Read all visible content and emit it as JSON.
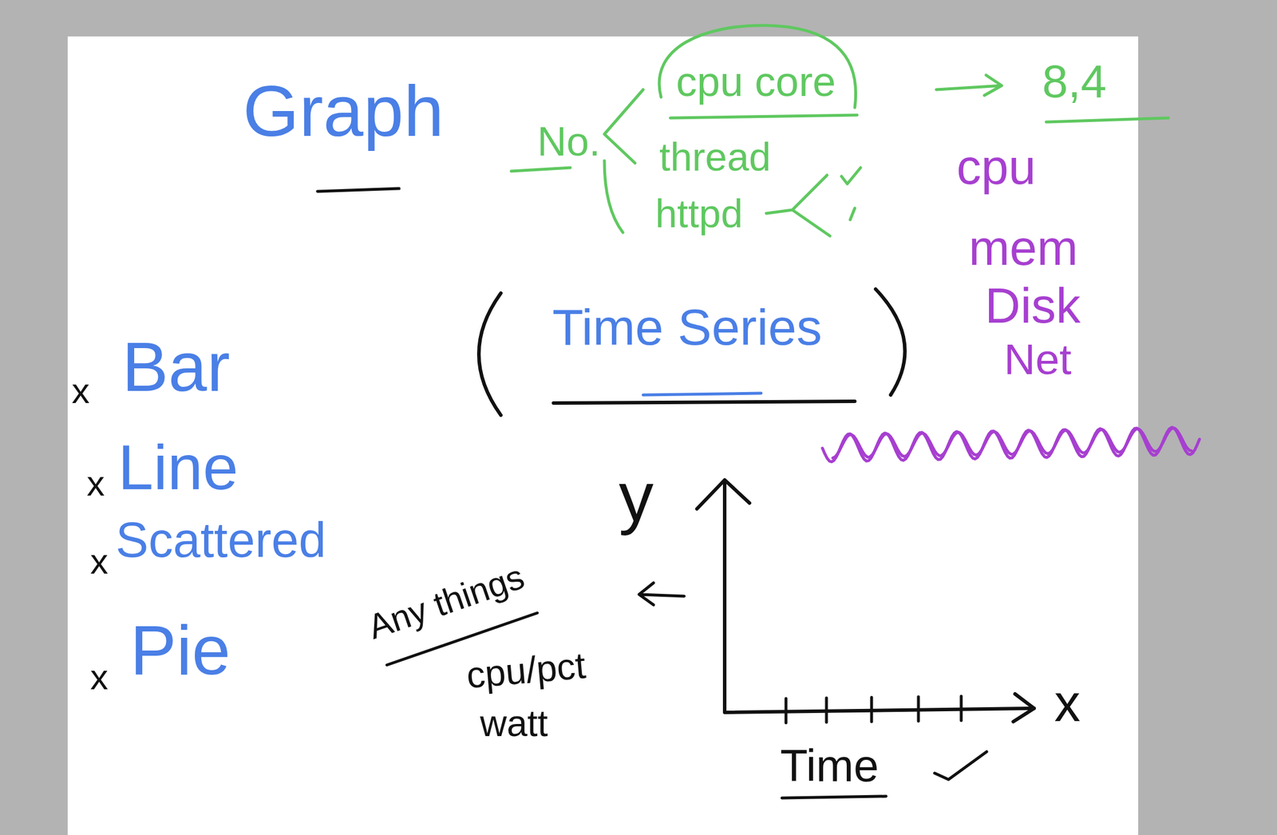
{
  "diagram": {
    "nodes": [
      {
        "text": [
          "cpu core"
        ]
      }
    ],
    "labels": [
      "Graph",
      "No.",
      "8,4",
      "thread",
      "httpd",
      "cpu",
      "mem",
      "Disk",
      "Net",
      "Time Series",
      "x",
      "Bar",
      "x",
      "Line",
      "x",
      "Scattered",
      "x",
      "Pie",
      "y",
      "Any things",
      "cpu/pct",
      "watt",
      "x",
      "Time"
    ]
  }
}
